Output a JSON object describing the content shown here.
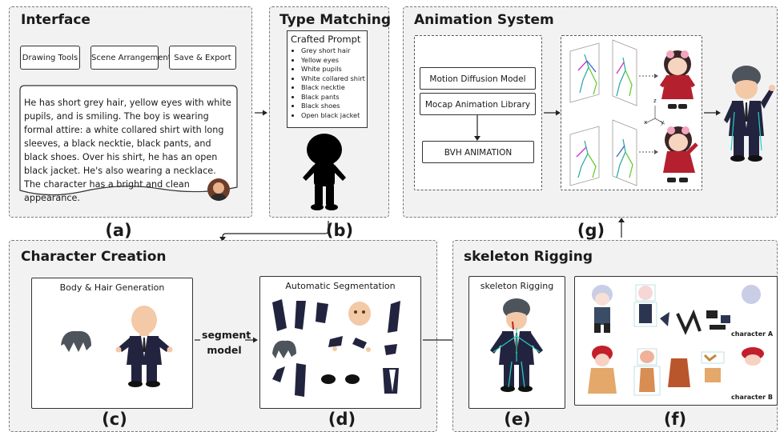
{
  "interface": {
    "title": "Interface",
    "buttons": [
      "Drawing Tools",
      "Scene Arrangement",
      "Save & Export"
    ],
    "description": "He has short grey hair, yellow eyes with white pupils, and is smiling. The boy is wearing formal attire: a white collared shirt with long sleeves, a black necktie, black pants, and black shoes. Over his shirt, he has an open black jacket. He's also wearing a necklace. The character has a bright and clean appearance.",
    "label": "(a)"
  },
  "type_matching": {
    "title": "Type Matching",
    "prompt_title": "Crafted Prompt",
    "prompt_items": [
      "Grey short hair",
      "Yellow eyes",
      "White pupils",
      "White collared shirt",
      "Black necktie",
      "Black pants",
      "Black shoes",
      "Open black jacket"
    ],
    "label": "(b)"
  },
  "animation": {
    "title": "Animation System",
    "diffusion": "Motion Diffusion Model",
    "mocap": "Mocap Animation Library",
    "bvh": "BVH ANIMATION",
    "axis_z": "z",
    "axis_x": "x",
    "axis_y": "y",
    "label": "(g)"
  },
  "character_creation": {
    "title": "Character Creation",
    "body_hair": "Body & Hair Generation",
    "segment_model": "segment\nmodel",
    "auto_seg": "Automatic Segmentation",
    "label_c": "(c)",
    "label_d": "(d)"
  },
  "rigging": {
    "title": "skeleton Rigging",
    "box_title": "skeleton Rigging",
    "char_a": "character A",
    "char_b": "character B",
    "label_e": "(e)",
    "label_f": "(f)"
  },
  "colors": {
    "panel_bg": "#f2f2f2",
    "suit": "#22243f",
    "hair": "#4e545c",
    "skin": "#f3c9a7",
    "red_dress": "#b5202e",
    "pink": "#f2a6bd"
  }
}
